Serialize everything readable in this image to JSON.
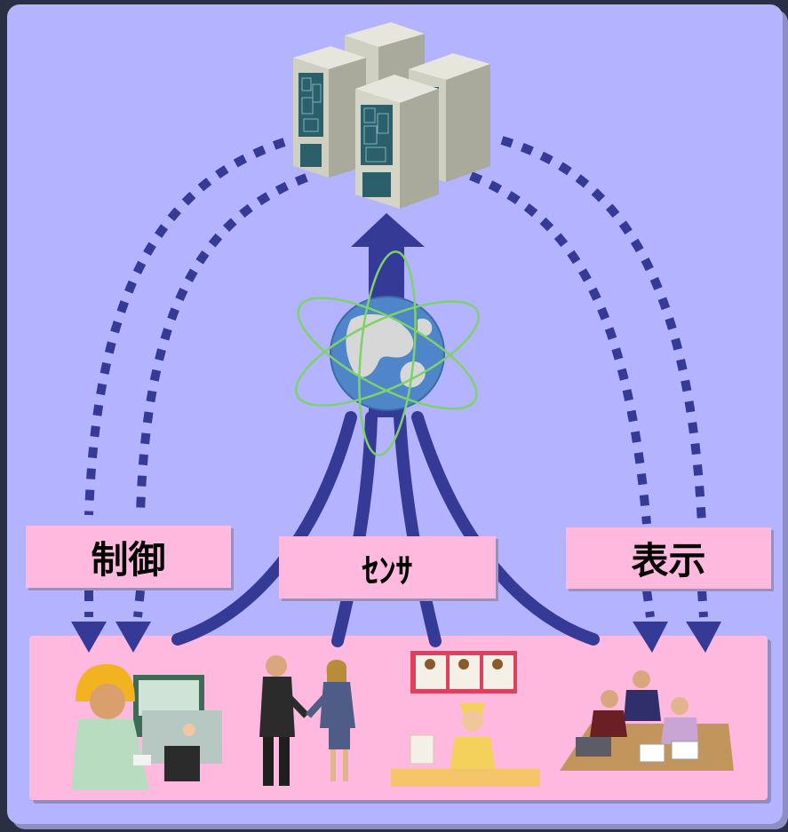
{
  "labels": {
    "control": "制御",
    "sensor": "ｾﾝｻ",
    "display": "表示"
  },
  "colors": {
    "panel_background": "#b3b3ff",
    "label_background": "#ffb8de",
    "arrow": "#363a97",
    "globe_ocean": "#4f86c9",
    "orbit": "#7fd16a"
  },
  "nodes": {
    "top": "server-cluster-icon",
    "center": "globe-icon",
    "bottom": [
      "factory-worker-icon",
      "business-handshake-icon",
      "shop-clerk-icon",
      "meeting-team-icon"
    ]
  }
}
